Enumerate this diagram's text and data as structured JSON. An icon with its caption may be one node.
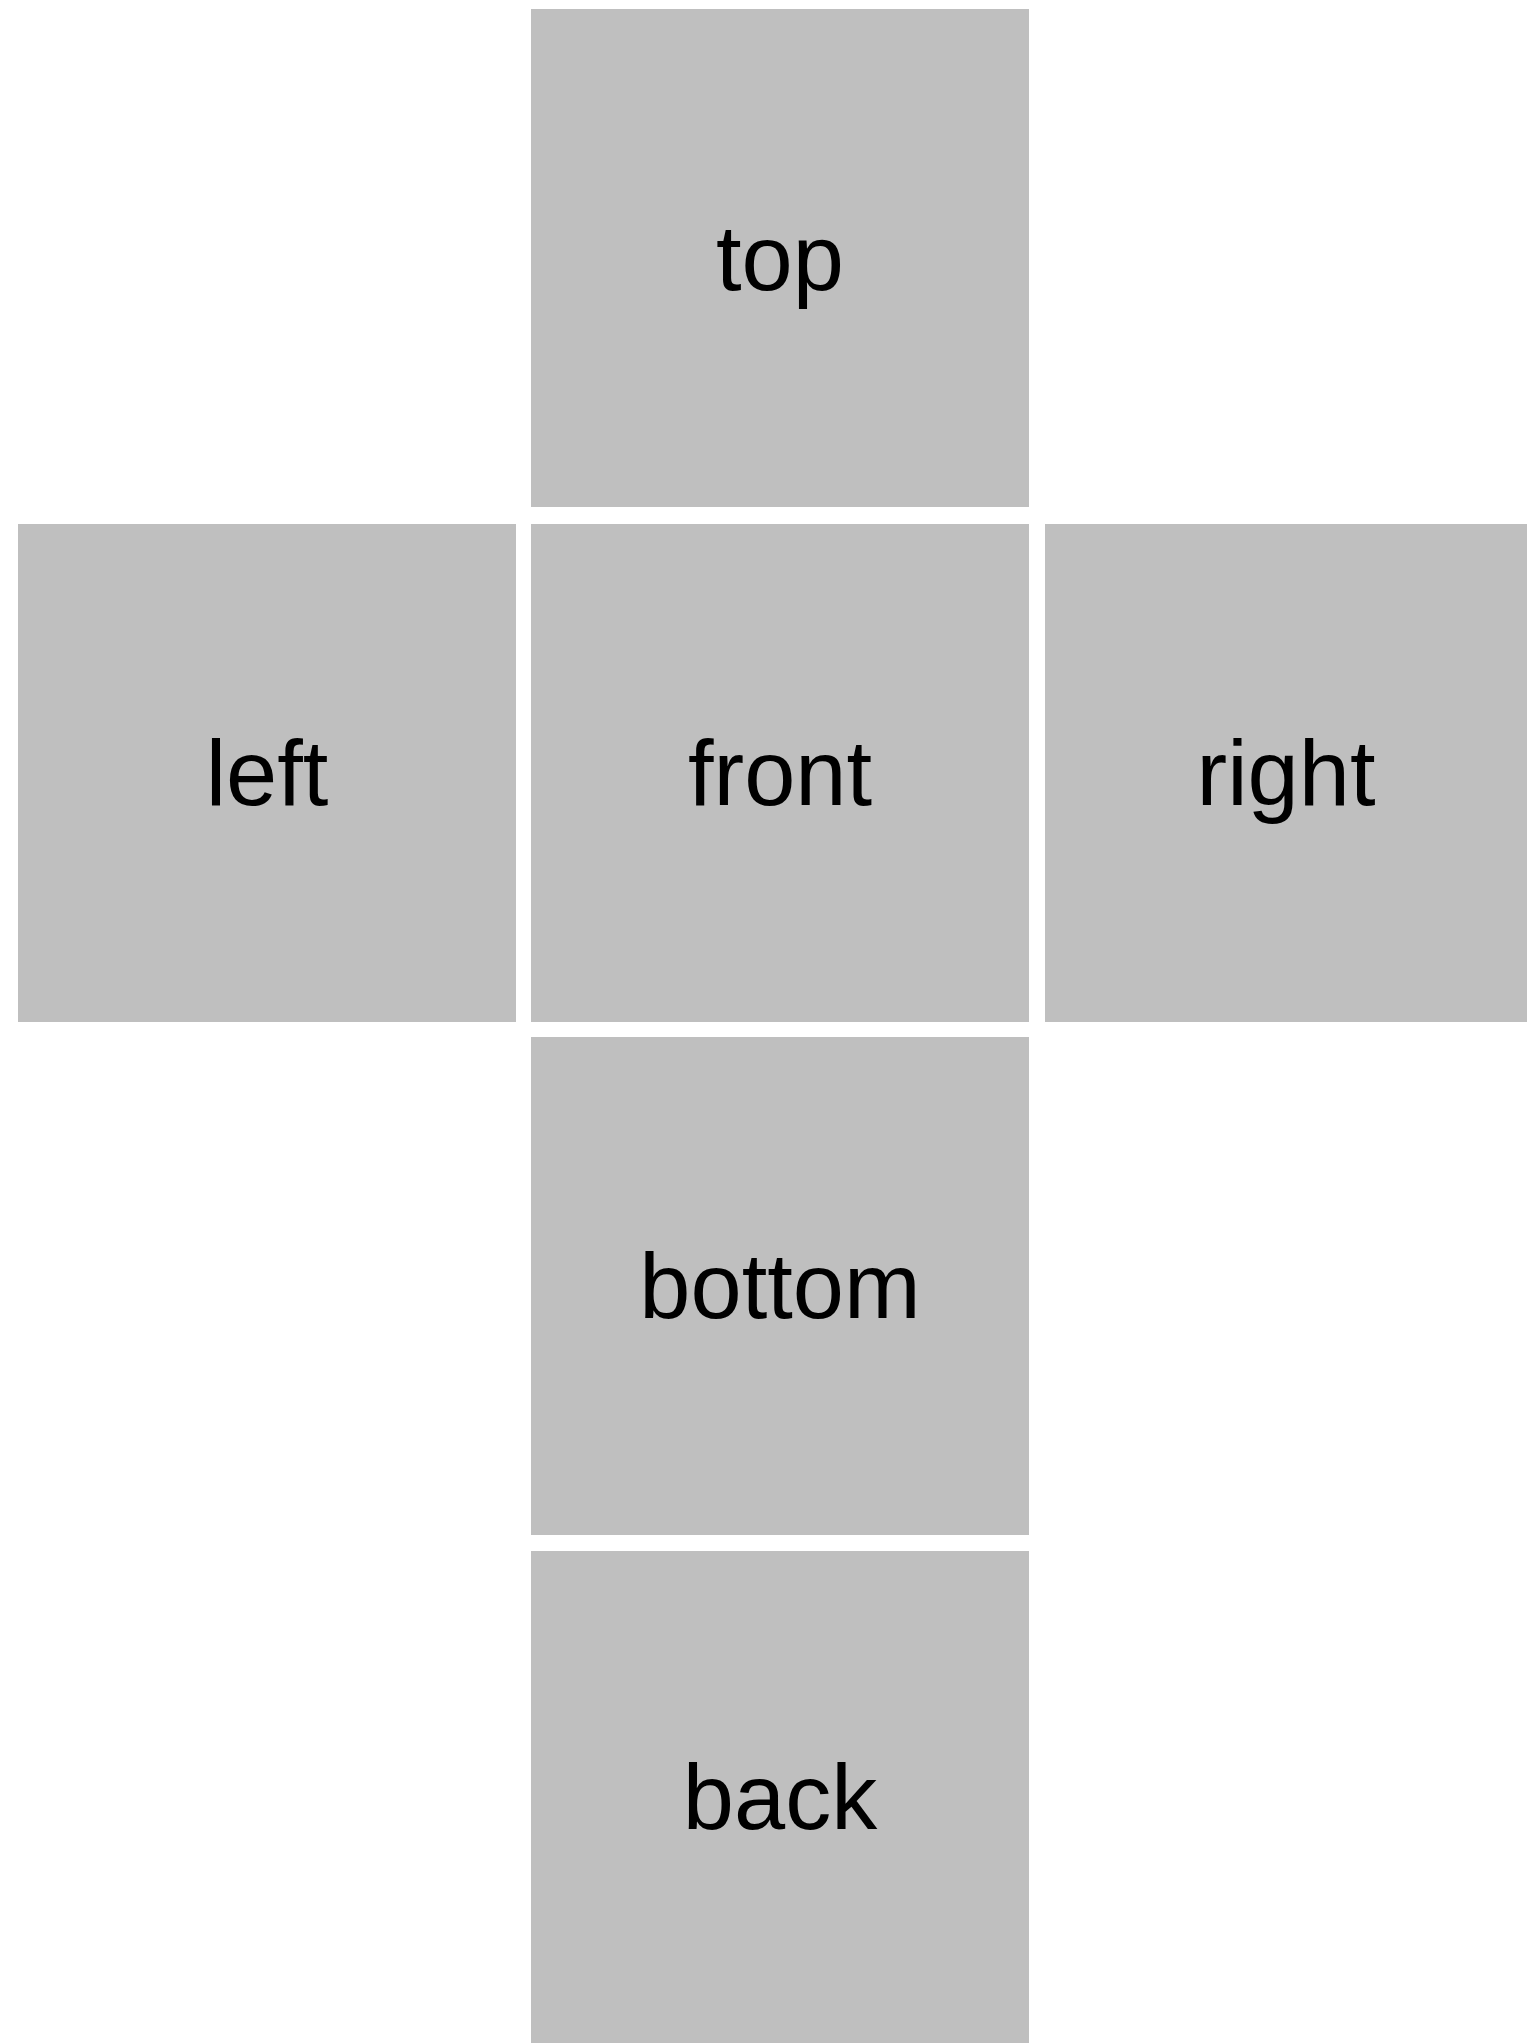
{
  "diagram": {
    "nodes": [
      {
        "text": [
          "top"
        ]
      },
      {
        "text": [
          "left"
        ]
      },
      {
        "text": [
          "front"
        ]
      },
      {
        "text": [
          "right"
        ]
      },
      {
        "text": [
          "bottom"
        ]
      },
      {
        "text": [
          "back"
        ]
      }
    ]
  }
}
